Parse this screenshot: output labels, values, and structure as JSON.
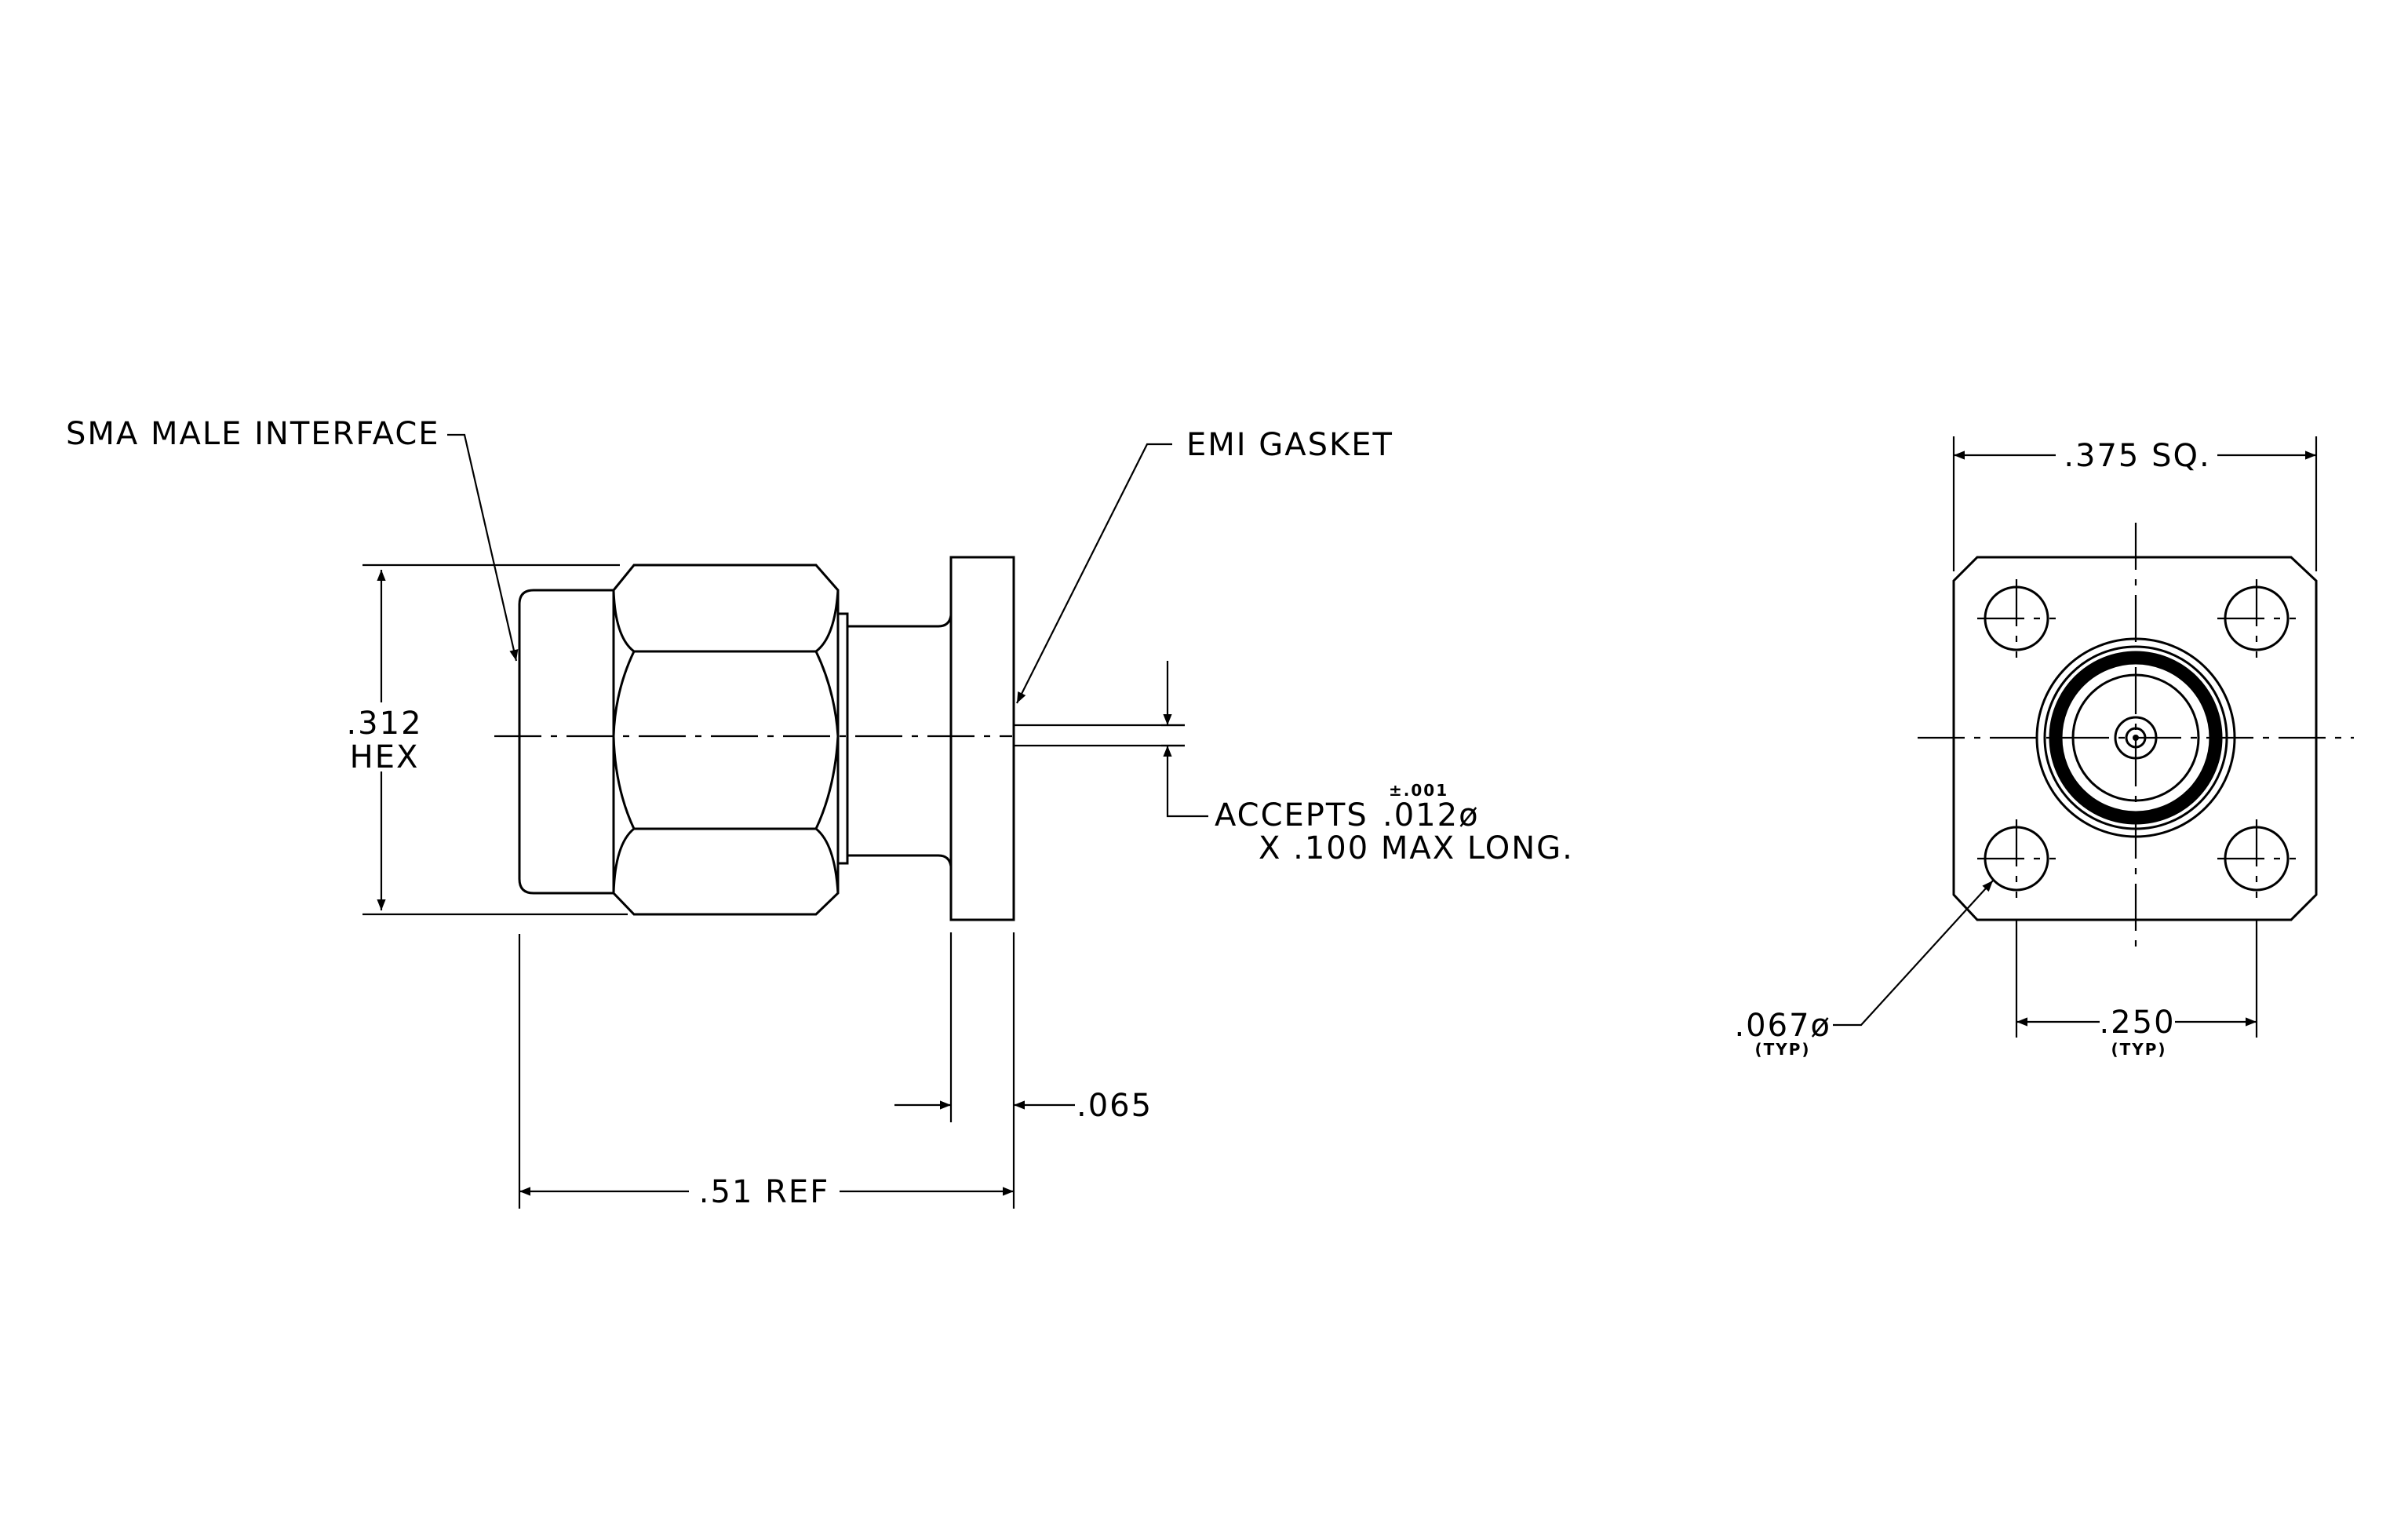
{
  "side_view": {
    "callouts": {
      "interface": "SMA MALE INTERFACE",
      "gasket": "EMI GASKET"
    },
    "dimensions": {
      "hex_value": ".312",
      "hex_unit": "HEX",
      "flange_thickness": ".065",
      "overall_length": ".51 REF",
      "accepts_prefix": "ACCEPTS",
      "accepts_value": ".012ø",
      "accepts_tolerance": "±.001",
      "accepts_line2": "X .100 MAX LONG."
    }
  },
  "end_view": {
    "dimensions": {
      "square": ".375 SQ.",
      "hole_diameter": ".067ø",
      "hole_note": "(TYP)",
      "hole_spacing": ".250",
      "spacing_note": "(TYP)"
    }
  }
}
